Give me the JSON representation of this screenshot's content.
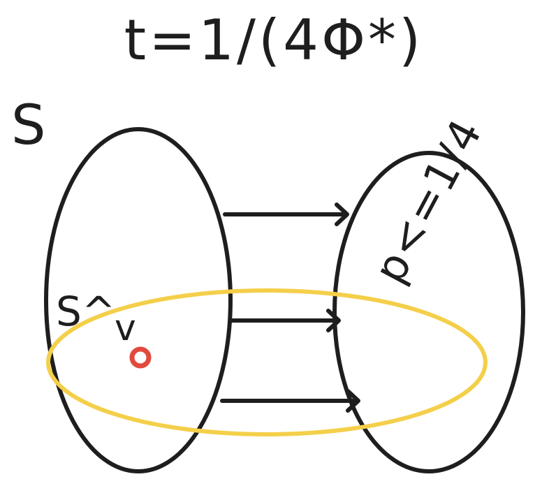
{
  "title": "t=1/(4Φ*)",
  "labels": {
    "set_s": "S",
    "subset_s_hat": "S^",
    "vertex_v": "v",
    "prob_bound": "p<=1/4"
  },
  "colors": {
    "ink": "#1e1e1e",
    "highlight_ellipse": "#f4cf4a",
    "vertex_marker": "#e2493d",
    "background": "#ffffff"
  },
  "arrows": [
    {
      "name": "arrow-top"
    },
    {
      "name": "arrow-middle"
    },
    {
      "name": "arrow-bottom"
    }
  ]
}
